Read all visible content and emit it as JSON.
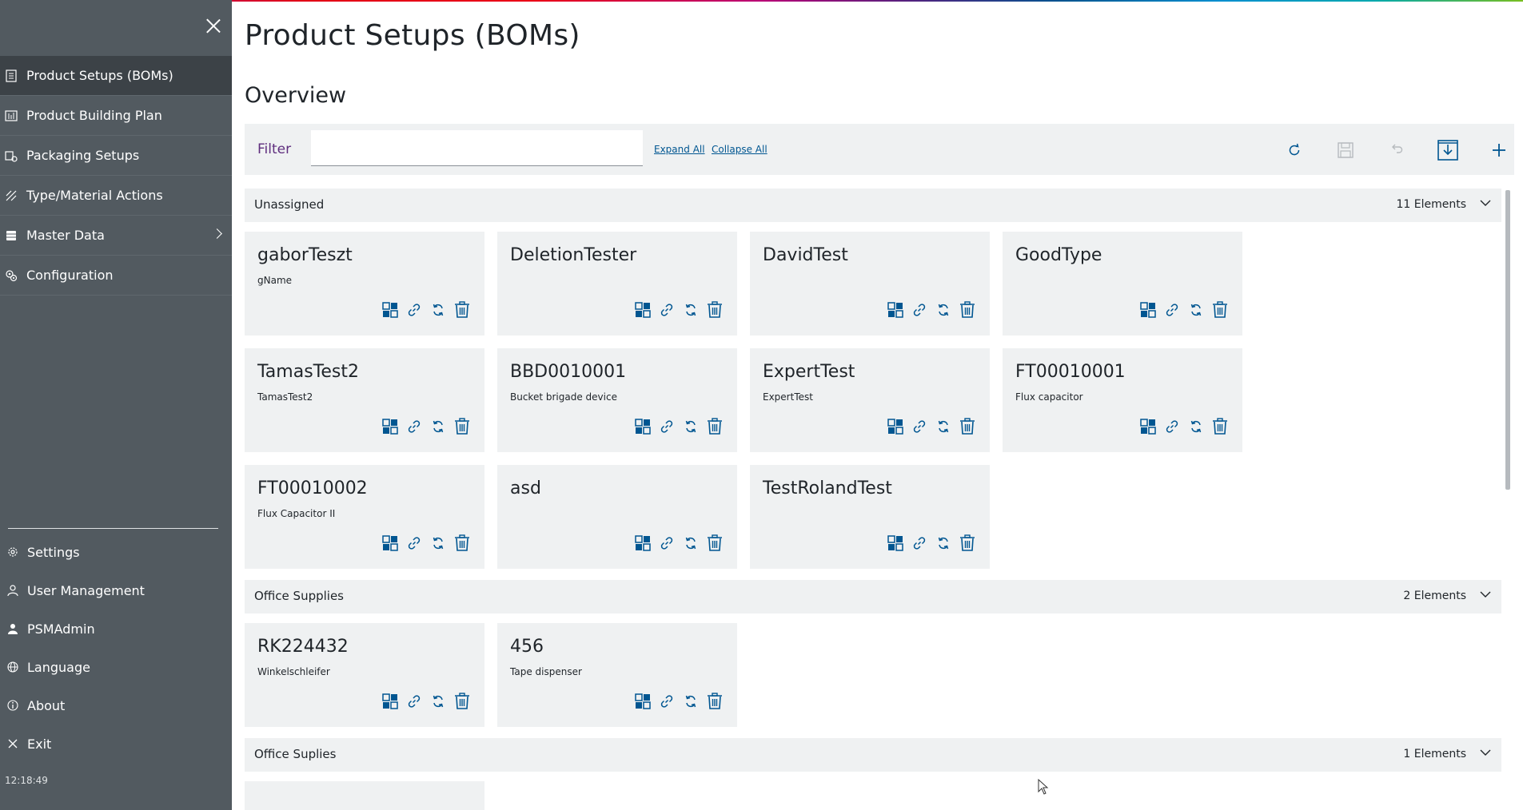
{
  "sidebar": {
    "nav": [
      {
        "label": "Product Setups (BOMs)",
        "icon": "bom-icon",
        "active": true
      },
      {
        "label": "Product Building Plan",
        "icon": "building-plan-icon"
      },
      {
        "label": "Packaging Setups",
        "icon": "packaging-icon"
      },
      {
        "label": "Type/Material Actions",
        "icon": "type-material-icon"
      },
      {
        "label": "Master Data",
        "icon": "database-icon",
        "has_submenu": true
      },
      {
        "label": "Configuration",
        "icon": "configuration-icon"
      }
    ],
    "bottom": [
      {
        "label": "Settings",
        "icon": "gear-icon"
      },
      {
        "label": "User Management",
        "icon": "user-icon"
      },
      {
        "label": "PSMAdmin",
        "icon": "person-icon"
      },
      {
        "label": "Language",
        "icon": "globe-icon"
      },
      {
        "label": "About",
        "icon": "info-icon"
      },
      {
        "label": "Exit",
        "icon": "close-icon"
      }
    ],
    "time": "12:18:49"
  },
  "page": {
    "title": "Product Setups (BOMs)",
    "section": "Overview"
  },
  "toolbar": {
    "filter_label": "Filter",
    "filter_value": "",
    "expand_all": "Expand All",
    "collapse_all": "Collapse All",
    "icons": [
      "refresh-icon",
      "save-icon",
      "undo-icon",
      "download-icon",
      "add-icon"
    ]
  },
  "groups": [
    {
      "name": "Unassigned",
      "count": "11 Elements",
      "items": [
        {
          "title": "gaborTeszt",
          "subtitle": "gName"
        },
        {
          "title": "DeletionTester",
          "subtitle": ""
        },
        {
          "title": "DavidTest",
          "subtitle": ""
        },
        {
          "title": "GoodType",
          "subtitle": ""
        },
        {
          "title": "TamasTest2",
          "subtitle": "TamasTest2"
        },
        {
          "title": "BBD0010001",
          "subtitle": "Bucket brigade device"
        },
        {
          "title": "ExpertTest",
          "subtitle": "ExpertTest"
        },
        {
          "title": "FT00010001",
          "subtitle": "Flux capacitor"
        },
        {
          "title": "FT00010002",
          "subtitle": "Flux Capacitor II"
        },
        {
          "title": "asd",
          "subtitle": ""
        },
        {
          "title": "TestRolandTest",
          "subtitle": ""
        }
      ]
    },
    {
      "name": "Office Supplies",
      "count": "2 Elements",
      "items": [
        {
          "title": "RK224432",
          "subtitle": "Winkelschleifer"
        },
        {
          "title": "456",
          "subtitle": "Tape dispenser"
        }
      ]
    },
    {
      "name": "Office Suplies",
      "count": "1 Elements",
      "items": []
    }
  ],
  "card_actions": [
    "structure-icon",
    "link-icon",
    "sync-icon",
    "delete-icon"
  ],
  "colors": {
    "sidebar_bg": "#525a60",
    "sidebar_active": "#3c4247",
    "accent": "#005691",
    "filter_label": "#5f2e7e",
    "card_bg": "#eff1f2"
  }
}
